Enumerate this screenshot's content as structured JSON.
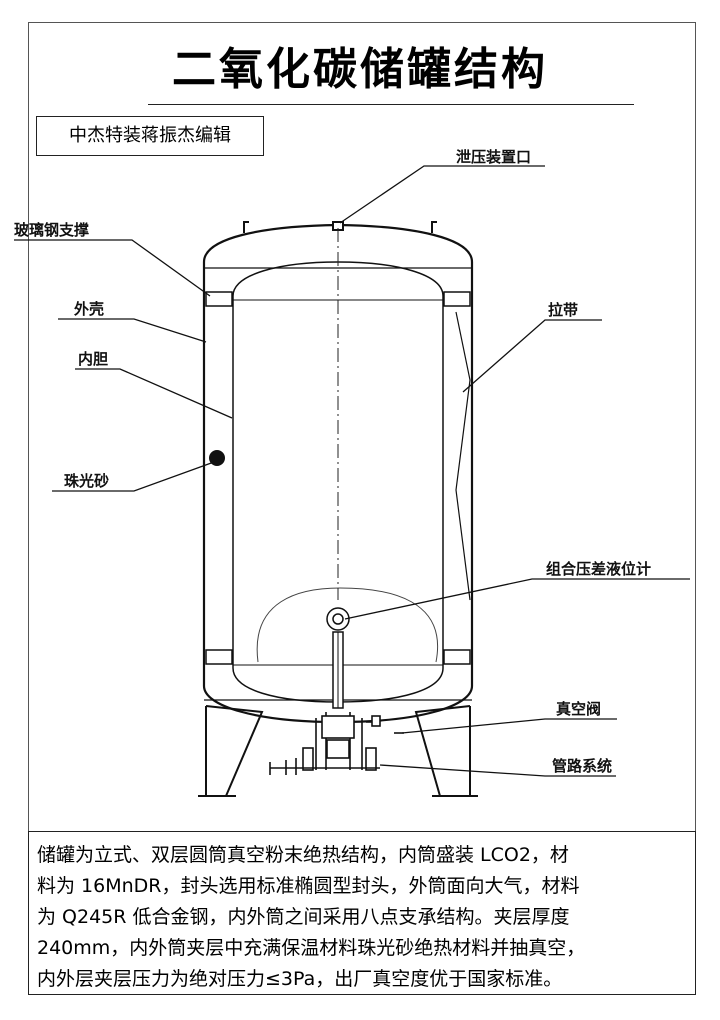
{
  "title": "二氧化碳储罐结构",
  "editor_credit": "中杰特装蒋振杰编辑",
  "labels": {
    "pressure_relief_port": "泄压装置口",
    "frp_support": "玻璃钢支撑",
    "outer_shell": "外壳",
    "inner_tank": "内胆",
    "perlite": "珠光砂",
    "strap": "拉带",
    "level_gauge": "组合压差液位计",
    "vacuum_valve": "真空阀",
    "piping_system": "管路系统"
  },
  "description_lines": [
    "储罐为立式、双层圆筒真空粉末绝热结构，内筒盛装 LCO2，材",
    "料为 16MnDR，封头选用标准椭圆型封头，外筒面向大气，材料",
    "为 Q245R 低合金钢，内外筒之间采用八点支承结构。夹层厚度",
    "240mm，内外筒夹层中充满保温材料珠光砂绝热材料并抽真空，",
    "内外层夹层压力为绝对压力≤3Pa，出厂真空度优于国家标准。"
  ],
  "colors": {
    "line": "#111111",
    "frame": "#555555"
  }
}
